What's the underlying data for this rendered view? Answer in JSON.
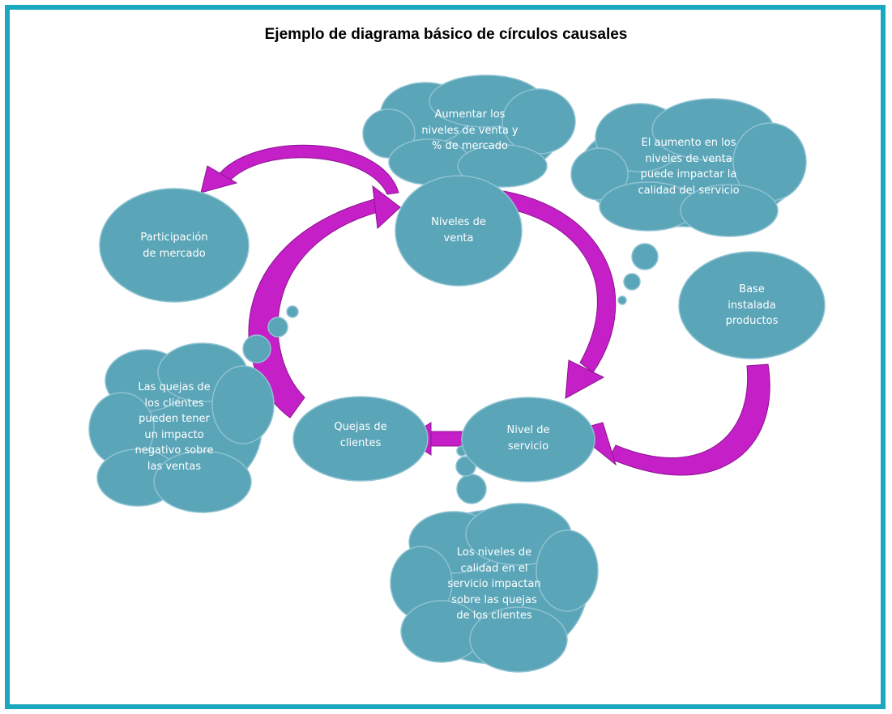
{
  "title": "Ejemplo de diagrama básico de círculos causales",
  "colors": {
    "border": "#1aa7bf",
    "node_fill": "#5aa5b8",
    "node_stroke": "#8fc3d2",
    "arrow": "#c51fc8",
    "arrow_dark": "#8c1490"
  },
  "nodes": {
    "participacion": "Participación\nde mercado",
    "niveles_venta": "Niveles de\nventa",
    "base_instalada": "Base\ninstalada\nproductos",
    "quejas": "Quejas de\nclientes",
    "nivel_servicio": "Nivel de\nservicio"
  },
  "clouds": {
    "aumentar": "Aumentar los\nniveles de venta y\n% de mercado",
    "aumento": "El aumento en los\nniveles de venta\npuede impactar la\ncalidad del servicio",
    "quejas_impacto": "Las quejas de\nlos clientes\npueden tener\nun impacto\nnegativo sobre\nlas ventas",
    "calidad": "Los niveles de\ncalidad en el\nservicio impactan\nsobre las quejas\nde los clientes"
  }
}
